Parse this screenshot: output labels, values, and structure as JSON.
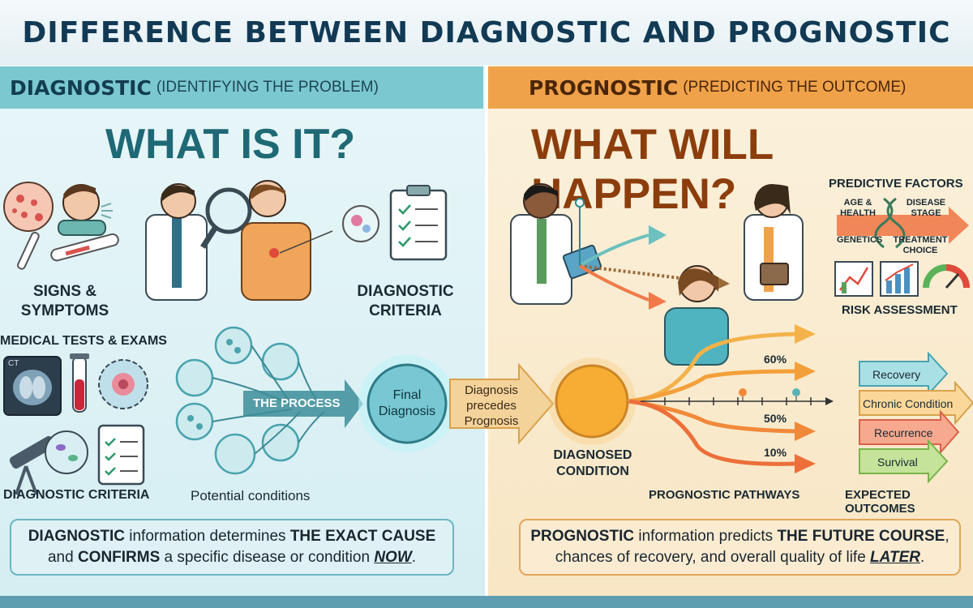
{
  "title": "DIFFERENCE BETWEEN DIAGNOSTIC AND PROGNOSTIC",
  "left": {
    "header_main": "DIAGNOSTIC",
    "header_sub": "(IDENTIFYING THE PROBLEM)",
    "question": "WHAT IS IT?",
    "signs_label_1": "SIGNS &",
    "signs_label_2": "SYMPTOMS",
    "criteria_top_1": "DIAGNOSTIC",
    "criteria_top_2": "CRITERIA",
    "tests_label": "MEDICAL TESTS & EXAMS",
    "ct_label": "CT",
    "criteria_bottom": "DIAGNOSTIC CRITERIA",
    "process_label": "THE PROCESS",
    "potential_label": "Potential conditions",
    "final_1": "Final",
    "final_2": "Diagnosis",
    "summary": {
      "p1": "DIAGNOSTIC",
      "p2": " information determines ",
      "p3": "THE EXACT CAUSE",
      "p4": "and ",
      "p5": "CONFIRMS",
      "p6": " a specific disease or condition ",
      "p7": "NOW",
      "p8": "."
    }
  },
  "middle": {
    "arrow_1": "Diagnosis",
    "arrow_2": "precedes",
    "arrow_3": "Prognosis"
  },
  "right": {
    "header_main": "PROGNOSTIC",
    "header_sub": "(PREDICTING THE OUTCOME)",
    "question": "WHAT WILL HAPPEN?",
    "factors_title": "PREDICTIVE FACTORS",
    "factor_age_1": "AGE &",
    "factor_age_2": "HEALTH",
    "factor_disease_1": "DISEASE",
    "factor_disease_2": "STAGE",
    "factor_genetics": "GENETICS",
    "factor_treatment_1": "TREATMENT",
    "factor_treatment_2": "CHOICE",
    "risk_label": "RISK ASSESSMENT",
    "diagnosed_1": "DIAGNOSED",
    "diagnosed_2": "CONDITION",
    "pct_1": "60%",
    "pct_2": "50%",
    "pct_3": "10%",
    "pathways_label": "PROGNOSTIC PATHWAYS",
    "outcomes_label": "EXPECTED OUTCOMES",
    "outcomes": [
      "Recovery",
      "Chronic Condition",
      "Recurrence",
      "Survival"
    ],
    "summary": {
      "p1": "PROGNOSTIC",
      "p2": " information predicts ",
      "p3": "THE FUTURE COURSE",
      "p4": ",",
      "p5": "chances of recovery, and overall quality of life ",
      "p6": "LATER",
      "p7": "."
    }
  },
  "colors": {
    "diagnostic_teal": "#7bc8d0",
    "prognostic_orange": "#f0a24a",
    "title_navy": "#123a55"
  }
}
